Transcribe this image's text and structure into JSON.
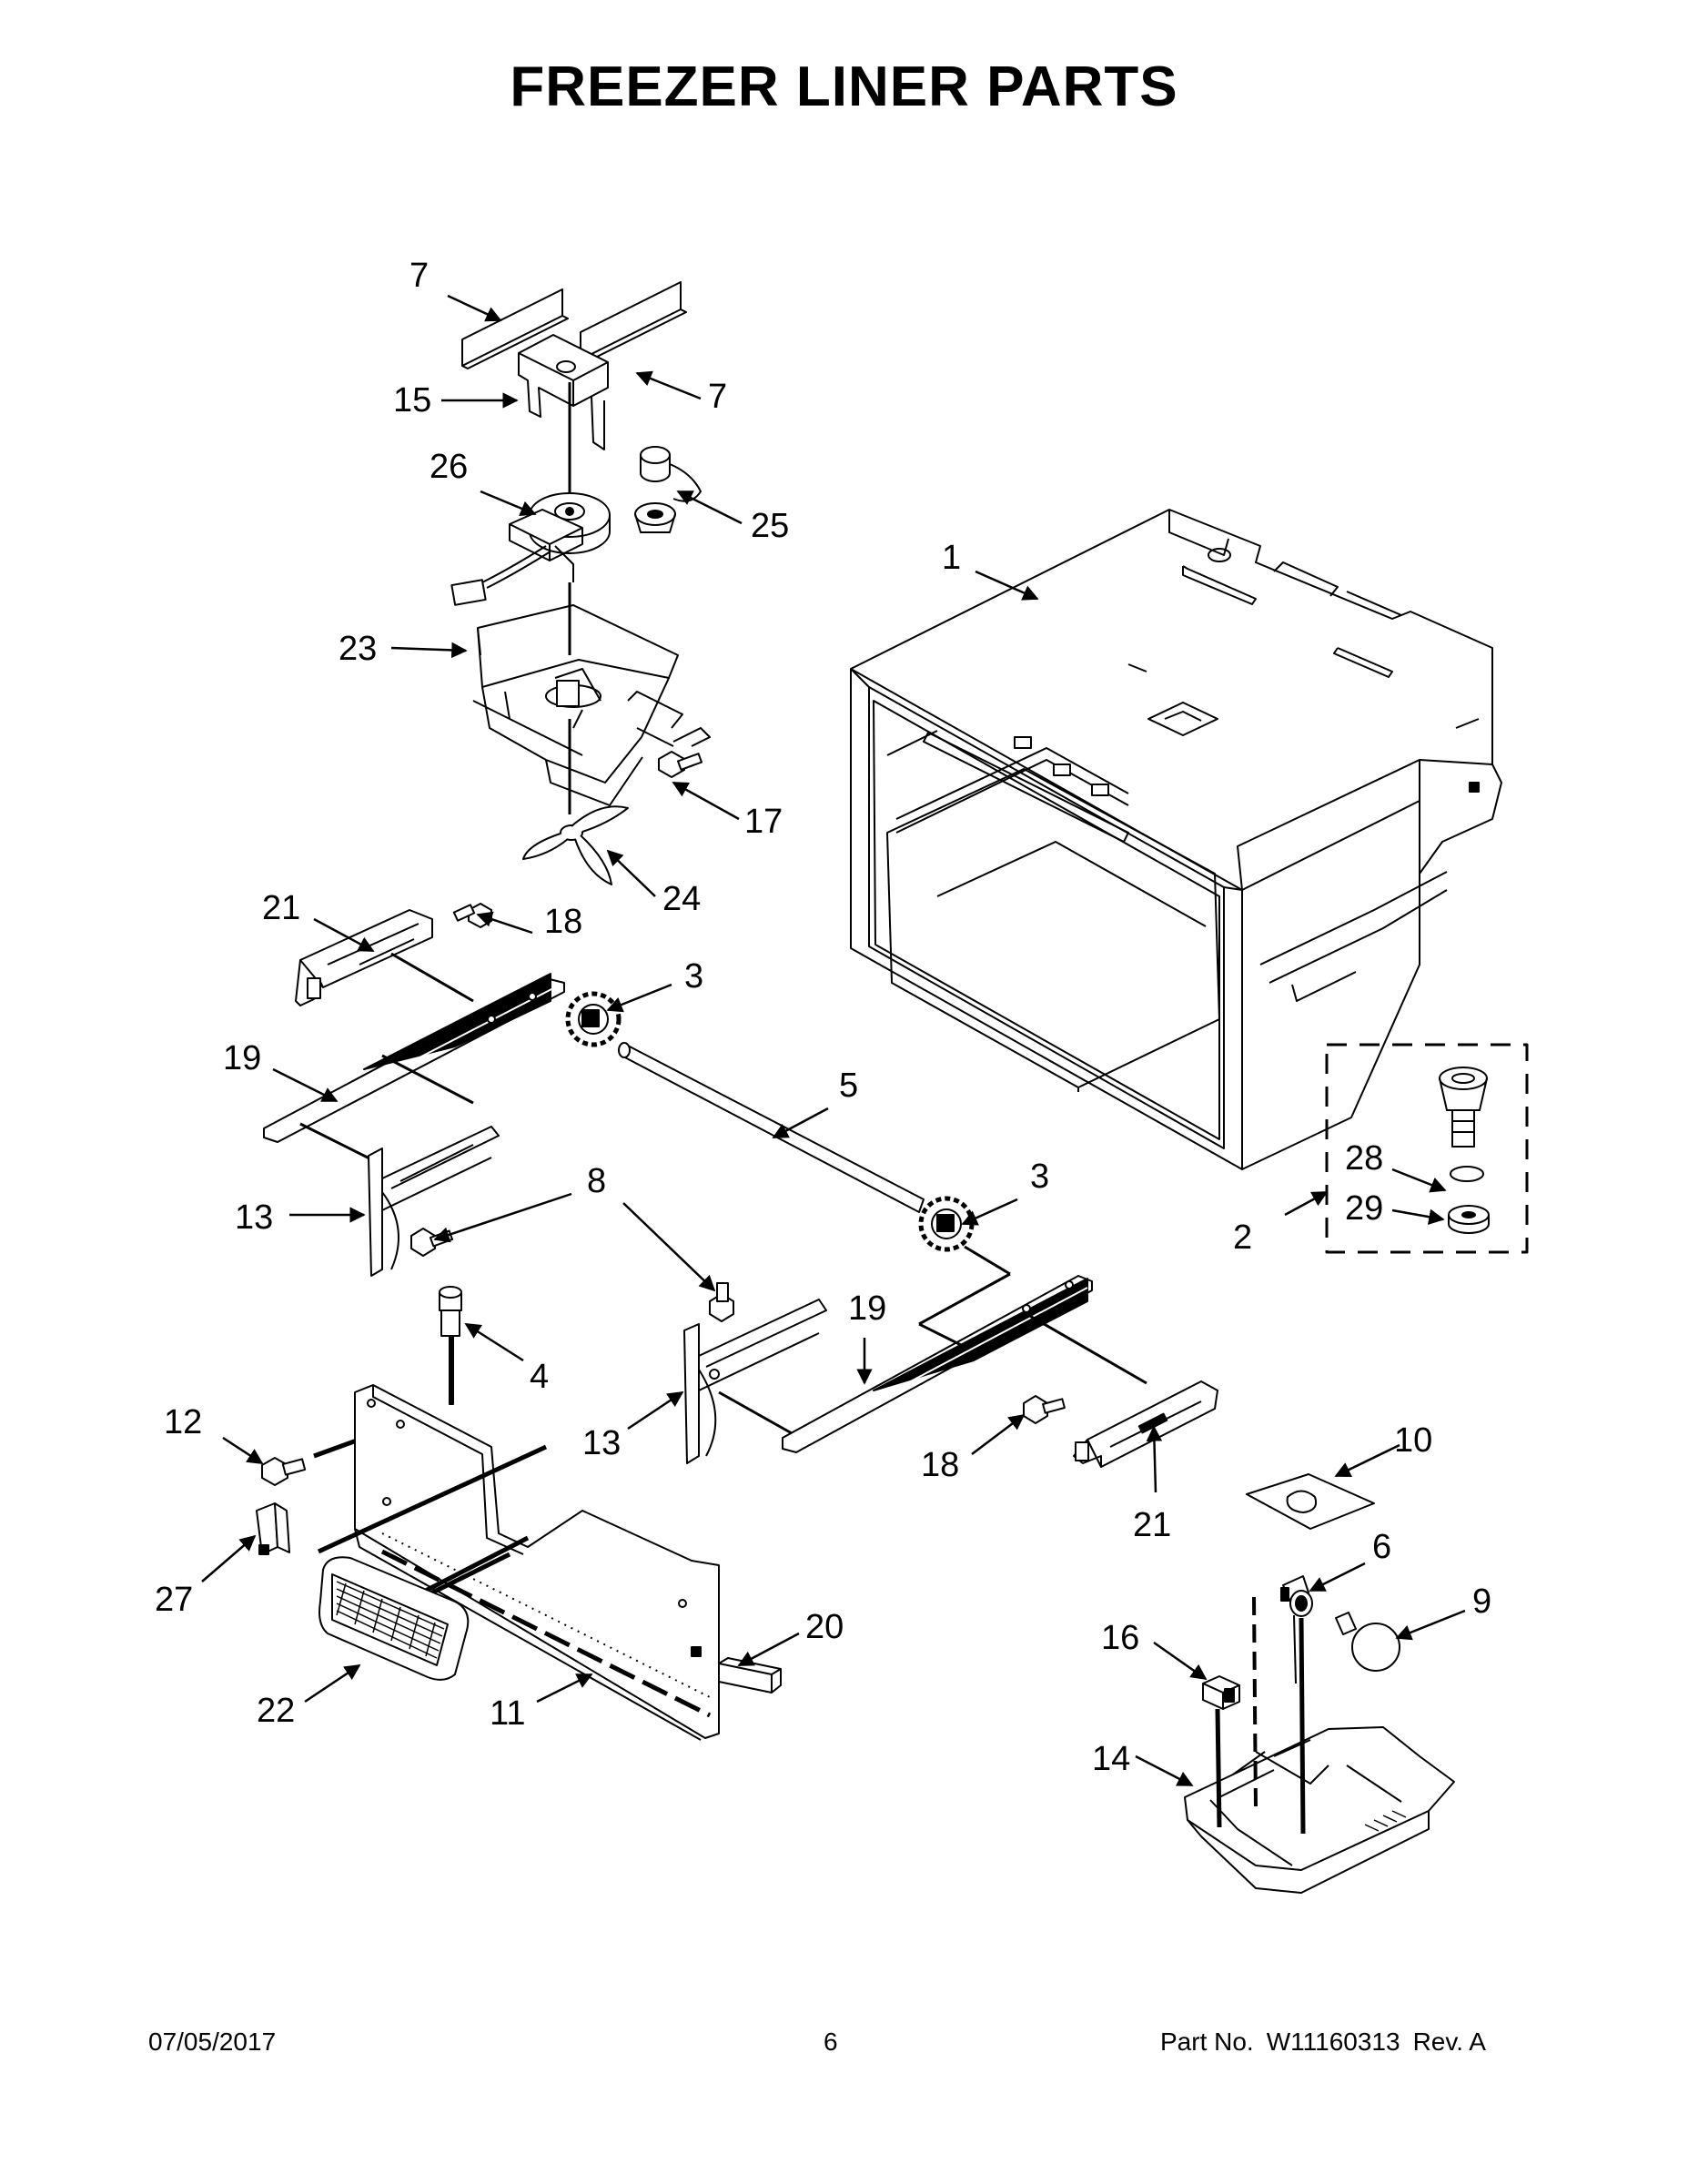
{
  "title": "FREEZER LINER PARTS",
  "callouts": {
    "c1": "1",
    "c2": "2",
    "c3a": "3",
    "c3b": "3",
    "c4": "4",
    "c5": "5",
    "c6": "6",
    "c7a": "7",
    "c7b": "7",
    "c8": "8",
    "c9": "9",
    "c10": "10",
    "c11": "11",
    "c12": "12",
    "c13a": "13",
    "c13b": "13",
    "c14": "14",
    "c15": "15",
    "c16": "16",
    "c17": "17",
    "c18a": "18",
    "c18b": "18",
    "c19a": "19",
    "c19b": "19",
    "c20": "20",
    "c21a": "21",
    "c21b": "21",
    "c22": "22",
    "c23": "23",
    "c24": "24",
    "c25": "25",
    "c26": "26",
    "c27": "27",
    "c28": "28",
    "c29": "29"
  },
  "footer": {
    "date": "07/05/2017",
    "page": "6",
    "part_prefix": "Part No.",
    "part_number": "W11160313",
    "revision": "Rev. A"
  }
}
